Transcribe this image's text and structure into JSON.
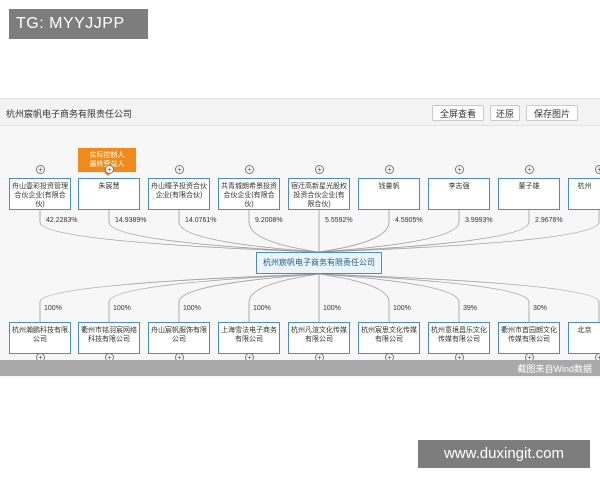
{
  "tag_label": "TG: MYYJJPP",
  "watermark": "www.duxingit.com",
  "panel": {
    "company_title": "杭州宸帆电子商务有限责任公司",
    "buttons": {
      "fullscreen": "全屏查看",
      "restore": "还原",
      "save_image": "保存图片"
    }
  },
  "flag": {
    "line1": "实际控制人",
    "line2": "最终受益人"
  },
  "center": {
    "name": "杭州宸帆电子商务有限责任公司"
  },
  "shareholders": [
    {
      "name": "舟山壹彩投资管理合伙企业(有限合伙)",
      "pct": "42.2283%"
    },
    {
      "name": "朱宸慧",
      "pct": "14.9389%"
    },
    {
      "name": "舟山瞳予投资合伙企业(有限合伙)",
      "pct": "14.0761%"
    },
    {
      "name": "共青城朗希景投资合伙企业(有限合伙)",
      "pct": "9.2008%"
    },
    {
      "name": "宿迁高新星光股权投资合伙企业(有限合伙)",
      "pct": "5.5592%"
    },
    {
      "name": "钱量帆",
      "pct": "4.5905%"
    },
    {
      "name": "李志强",
      "pct": "3.9993%"
    },
    {
      "name": "董子雄",
      "pct": "2.9676%"
    },
    {
      "name": "杭州",
      "pct": ""
    }
  ],
  "subsidiaries": [
    {
      "name": "杭州瀚鹏科技有限公司",
      "pct": "100%"
    },
    {
      "name": "衢州市铭羽宸网络科技有限公司",
      "pct": "100%"
    },
    {
      "name": "舟山宸帆服饰有限公司",
      "pct": "100%"
    },
    {
      "name": "上海雪法电子商务有限公司",
      "pct": "100%"
    },
    {
      "name": "杭州凡渲文化传媒有限公司",
      "pct": "100%"
    },
    {
      "name": "杭州宸思文化传媒有限公司",
      "pct": "100%"
    },
    {
      "name": "杭州意境昌乐文化传媒有限公司",
      "pct": "39%"
    },
    {
      "name": "衢州市首园朗文化传媒有限公司",
      "pct": "30%"
    },
    {
      "name": "北京",
      "pct": ""
    }
  ],
  "expand_symbol": "+",
  "source_note": "截图来自Wind数据",
  "colors": {
    "node_border": "#4c8dbf",
    "center_fill": "#eaf4fb",
    "flag": "#f08a1c",
    "watermark_bg": "#7d7d7d",
    "connector": "#9a9a9a"
  }
}
